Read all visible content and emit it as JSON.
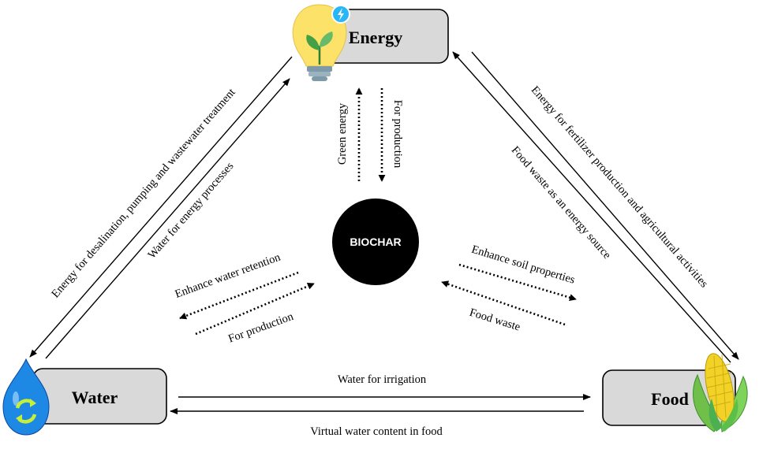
{
  "nodes": {
    "energy": "Energy",
    "water": "Water",
    "food": "Food",
    "center": "BIOCHAR"
  },
  "edges": {
    "energy_to_water": "Energy for desalination, pumping and wastewater treatment",
    "water_to_energy": "Water for energy processes",
    "energy_to_food": "Energy for fertilizer production and agricultural activities",
    "food_to_energy": "Food waste as an energy source",
    "water_to_food": "Water for irrigation",
    "food_to_water": "Virtual water content in food",
    "biochar_to_energy": "Green energy",
    "energy_to_biochar": "For production",
    "biochar_to_water": "Enhance water retention",
    "water_to_biochar": "For production",
    "biochar_to_food": "Enhance soil properties",
    "food_to_biochar": "Food waste"
  },
  "icons": {
    "energy": "lightbulb-plant-icon",
    "water": "water-drop-recycle-icon",
    "food": "corn-icon"
  },
  "colors": {
    "box_fill": "#d9d9d9",
    "center_fill": "#000000",
    "bulb": "#fde26a",
    "leaf": "#43a047",
    "drop": "#1e88e5",
    "recycle": "#c6ef3a",
    "corn": "#f2d226",
    "husk": "#6fbf4a"
  }
}
